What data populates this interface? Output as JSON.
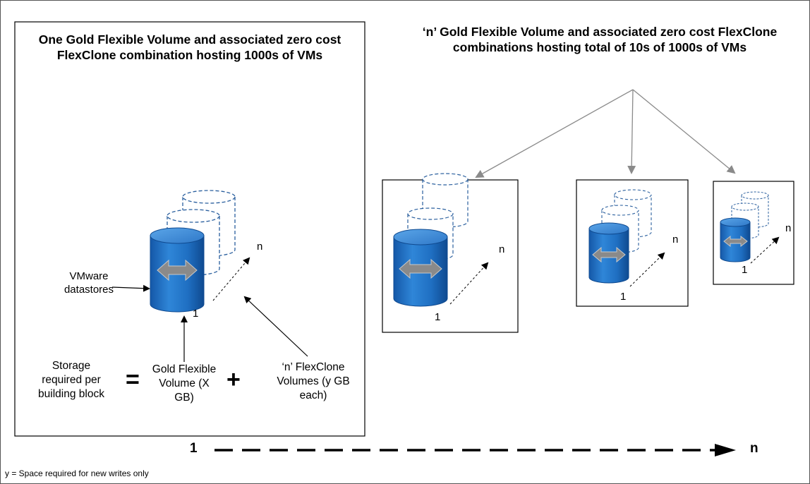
{
  "left_panel": {
    "title": "One Gold Flexible Volume and associated zero cost FlexClone combination hosting 1000s of VMs",
    "datastores_label": "VMware datastores",
    "n_label": "n",
    "one_label": "1",
    "equation": {
      "storage_label": "Storage required per building block",
      "equals": "=",
      "gold_label": "Gold Flexible Volume (X GB)",
      "plus": "+",
      "flexclone_label": "‘n’ FlexClone Volumes (y GB each)"
    }
  },
  "right_section": {
    "title": "‘n’ Gold Flexible Volume and associated zero cost FlexClone combinations hosting total of 10s of 1000s of VMs",
    "blocks": [
      {
        "n_label": "n",
        "one_label": "1"
      },
      {
        "n_label": "n",
        "one_label": "1"
      },
      {
        "n_label": "n",
        "one_label": "1"
      }
    ]
  },
  "scale_axis": {
    "start": "1",
    "end": "n"
  },
  "footnote": "y = Space required for new writes only",
  "colors": {
    "cylinder": "#1f6fc2",
    "cylinder_top": "#3f8fdc",
    "dashed": "#2a5f9e",
    "arrow_icon": "#8a8a8a"
  }
}
